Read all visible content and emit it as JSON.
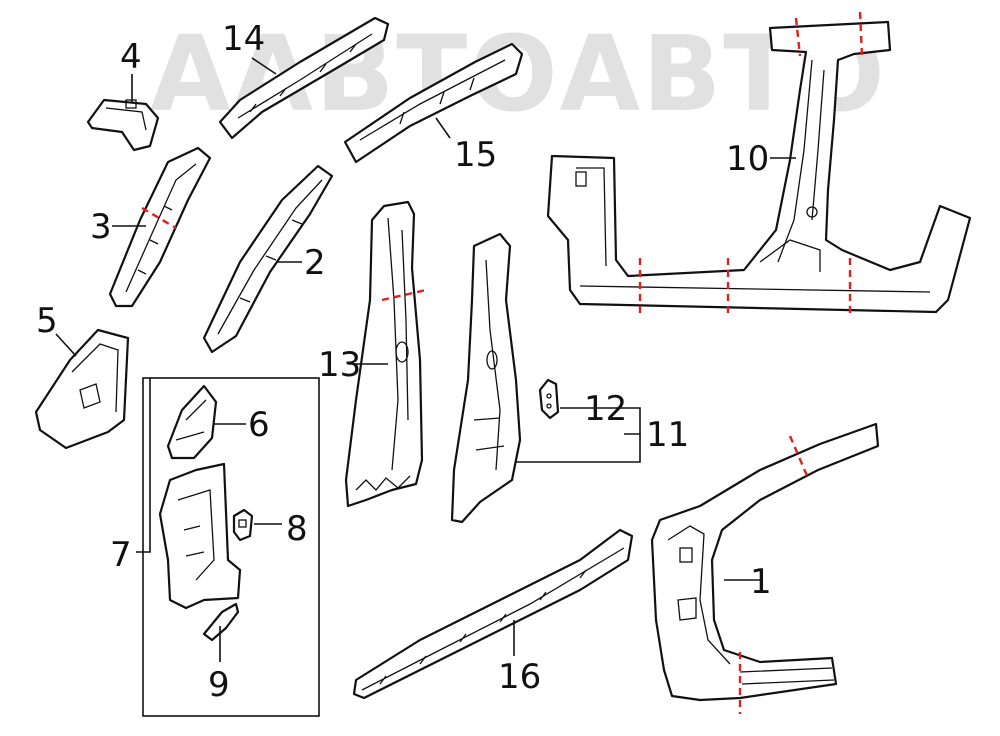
{
  "watermark": {
    "text": "ААВТОАВТО"
  },
  "callouts": {
    "c1": "1",
    "c2": "2",
    "c3": "3",
    "c4": "4",
    "c5": "5",
    "c6": "6",
    "c7": "7",
    "c8": "8",
    "c9": "9",
    "c10": "10",
    "c11": "11",
    "c12": "12",
    "c13": "13",
    "c14": "14",
    "c15": "15",
    "c16": "16"
  },
  "colors": {
    "line": "#111111",
    "cut_line": "#e0201c",
    "watermark": "#c9c9c9",
    "background": "#ffffff"
  }
}
